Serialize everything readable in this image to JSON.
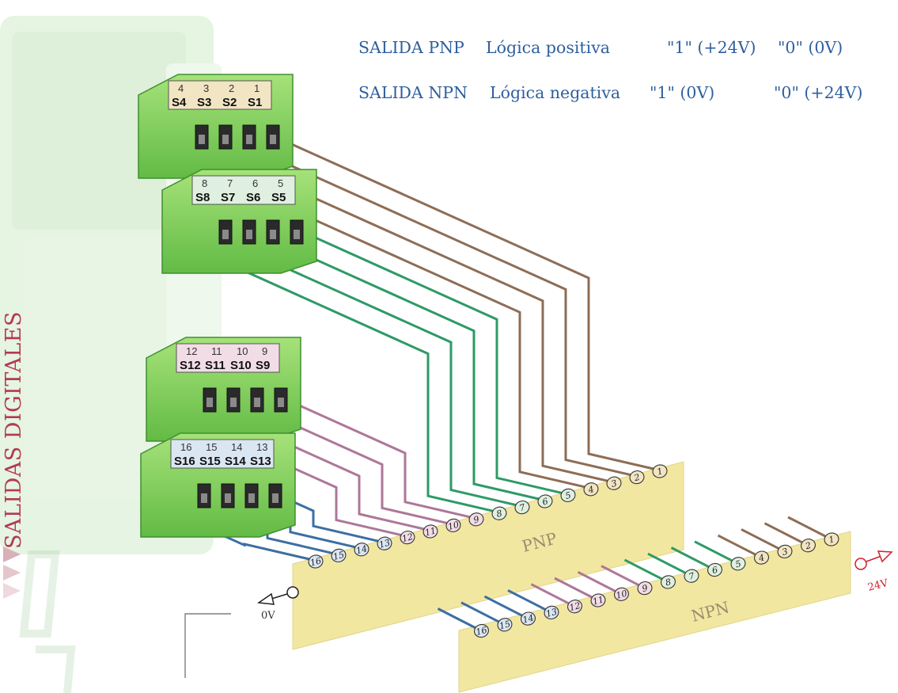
{
  "legend": {
    "pnp": {
      "name": "SALIDA PNP",
      "logic": "Lógica positiva",
      "one": "\"1\" (+24V)",
      "zero": "\"0\" (0V)"
    },
    "npn": {
      "name": "SALIDA NPN",
      "logic": "Lógica negativa",
      "one": "\"1\" (0V)",
      "zero": "\"0\" (+24V)"
    }
  },
  "side_title": "SALIDAS DIGITALES",
  "connectors": [
    {
      "numbers": [
        "4",
        "3",
        "2",
        "1"
      ],
      "labels": [
        "S4",
        "S3",
        "S2",
        "S1"
      ],
      "group": "brown"
    },
    {
      "numbers": [
        "8",
        "7",
        "6",
        "5"
      ],
      "labels": [
        "S8",
        "S7",
        "S6",
        "S5"
      ],
      "group": "green"
    },
    {
      "numbers": [
        "12",
        "11",
        "10",
        "9"
      ],
      "labels": [
        "S12",
        "S11",
        "S10",
        "S9"
      ],
      "group": "purple"
    },
    {
      "numbers": [
        "16",
        "15",
        "14",
        "13"
      ],
      "labels": [
        "S16",
        "S15",
        "S14",
        "S13"
      ],
      "group": "blue"
    }
  ],
  "bars": {
    "pnp": {
      "label": "PNP",
      "terminal_label": "0V"
    },
    "npn": {
      "label": "NPN",
      "terminal_label": "24V"
    }
  },
  "terminals": [
    "1",
    "2",
    "3",
    "4",
    "5",
    "6",
    "7",
    "8",
    "9",
    "10",
    "11",
    "12",
    "13",
    "14",
    "15",
    "16"
  ],
  "colors": {
    "brown": "#8e6d55",
    "green": "#2e9a66",
    "purple": "#ad7798",
    "blue": "#3c6fa3",
    "bar_fill": "#f2e7a1",
    "legend_text": "#2e5f9e",
    "title": "#b33a52",
    "npn_terminal": "#d0202c",
    "chip_brown": "#f1e5c3",
    "chip_green": "#dff0e0",
    "chip_purple": "#f2dde7",
    "chip_blue": "#dbe6f3",
    "connector_body": "#7fd15a",
    "connector_dark": "#3f8f2e"
  }
}
